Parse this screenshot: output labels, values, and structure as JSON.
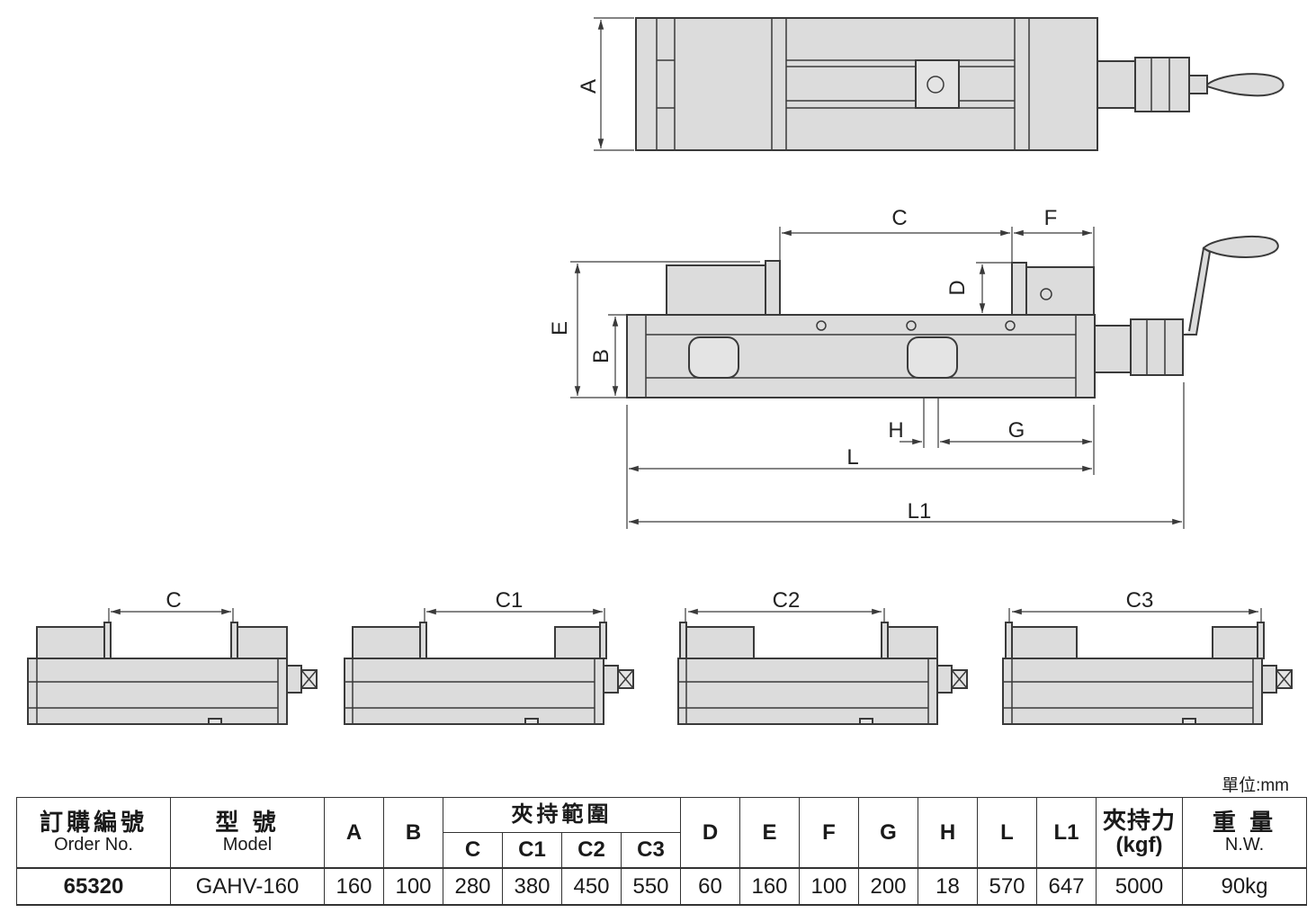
{
  "unit_label": "單位:mm",
  "diagram_labels": {
    "A": "A",
    "B": "B",
    "C": "C",
    "D": "D",
    "E": "E",
    "F": "F",
    "G": "G",
    "H": "H",
    "L": "L",
    "L1": "L1",
    "pos_c": "C",
    "pos_c1": "C1",
    "pos_c2": "C2",
    "pos_c3": "C3"
  },
  "table": {
    "col_order_cn": "訂購編號",
    "col_order_en": "Order No.",
    "col_model_cn": "型 號",
    "col_model_en": "Model",
    "col_a": "A",
    "col_b": "B",
    "col_range_cn": "夾持範圍",
    "col_c": "C",
    "col_c1": "C1",
    "col_c2": "C2",
    "col_c3": "C3",
    "col_d": "D",
    "col_e": "E",
    "col_f": "F",
    "col_g": "G",
    "col_h": "H",
    "col_l": "L",
    "col_l1": "L1",
    "col_force_cn": "夾持力",
    "col_force_en": "(kgf)",
    "col_weight_cn": "重 量",
    "col_weight_en": "N.W.",
    "row": {
      "order_no": "65320",
      "model": "GAHV-160",
      "a": "160",
      "b": "100",
      "c": "280",
      "c1": "380",
      "c2": "450",
      "c3": "550",
      "d": "60",
      "e": "160",
      "f": "100",
      "g": "200",
      "h": "18",
      "l": "570",
      "l1": "647",
      "force": "5000",
      "weight": "90kg"
    }
  }
}
